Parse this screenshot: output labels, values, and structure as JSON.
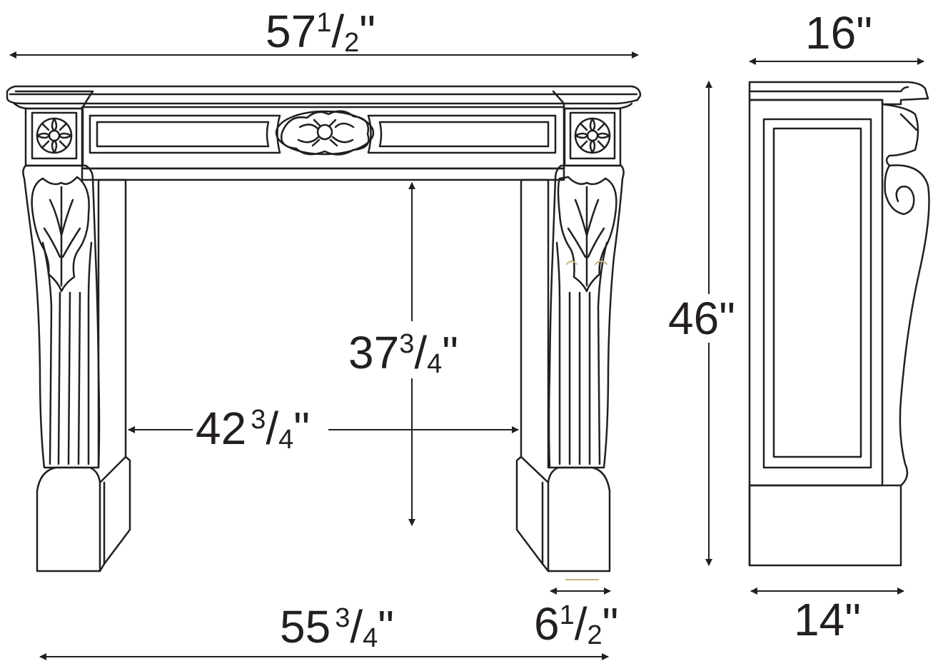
{
  "colors": {
    "line": "#231f20",
    "background": "#ffffff",
    "accent": "#c8b27a"
  },
  "dimensions": {
    "overall_width": {
      "whole": "57",
      "num": "1",
      "slash": "/",
      "den": "2",
      "unit": "\""
    },
    "opening_height": {
      "whole": "37",
      "num": "3",
      "slash": "/",
      "den": "4",
      "unit": "\""
    },
    "opening_width": {
      "whole": "42",
      "num": "3",
      "slash": "/",
      "den": "4",
      "unit": "\""
    },
    "footprint_width": {
      "whole": "55",
      "num": "3",
      "slash": "/",
      "den": "4",
      "unit": "\""
    },
    "leg_width": {
      "whole": "6",
      "num": "1",
      "slash": "/",
      "den": "2",
      "unit": "\""
    },
    "shelf_depth": "16\"",
    "overall_height": "46\"",
    "base_depth": "14\""
  }
}
